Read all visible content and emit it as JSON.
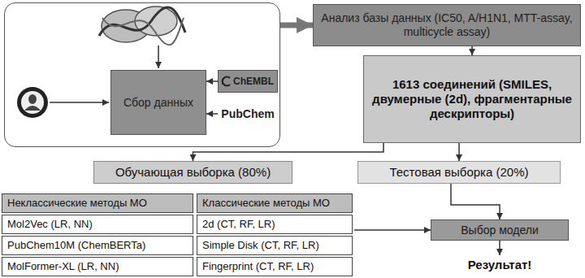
{
  "diagram": {
    "nodes": [
      {
        "text": []
      },
      {
        "text": [
          "Сбор данных"
        ],
        "in": 0
      },
      {
        "text": [
          "ChEMBL"
        ],
        "in": 0
      },
      {
        "text": [
          "PubChem"
        ],
        "in": 0
      },
      {
        "text": [
          "Анализ базы данных (IC50, A/H1N1, MTT-assay, multicycle assay)"
        ]
      },
      {
        "text": [
          "1613 соединений (SMILES, двумерные (2d), фрагментарные дескрипторы)"
        ]
      },
      {
        "text": [
          "Обучающая выборка (80%)"
        ]
      },
      {
        "text": [
          "Тестовая выборка (20%)"
        ]
      },
      {
        "text": []
      },
      {
        "text": [
          "Неклассические методы МО"
        ],
        "in": 8
      },
      {
        "text": [
          "Классические методы МО"
        ],
        "in": 8
      },
      {
        "text": [
          "Mol2Vec (LR, NN)"
        ],
        "in": 8
      },
      {
        "text": [
          "2d (CT, RF, LR)"
        ],
        "in": 8
      },
      {
        "text": [
          "PubChem10M (ChemBERTa)"
        ],
        "in": 8
      },
      {
        "text": [
          "Simple Disk (CT, RF, LR)"
        ],
        "in": 8
      },
      {
        "text": [
          "MolFormer-XL (LR, NN)"
        ],
        "in": 8
      },
      {
        "text": [
          "Fingerprint (CT, RF, LR)"
        ],
        "in": 8
      },
      {
        "text": [
          "Выбор модели"
        ]
      },
      {
        "text": [
          "Результат!"
        ]
      }
    ],
    "edges": [
      {
        "from": 3,
        "to": 1,
        "arrow": "to"
      },
      {
        "from": 2,
        "to": 1,
        "arrow": "to"
      },
      {
        "from": 0,
        "to": 4,
        "arrow": "to"
      },
      {
        "from": 4,
        "to": 5,
        "arrow": "to"
      },
      {
        "from": 5,
        "to": 6,
        "arrow": "to"
      },
      {
        "from": 5,
        "to": 7,
        "arrow": "to"
      },
      {
        "from": 7,
        "to": 17,
        "arrow": "to"
      },
      {
        "from": 8,
        "to": 17,
        "arrow": "to"
      },
      {
        "from": 17,
        "to": 18,
        "arrow": "to"
      }
    ]
  }
}
